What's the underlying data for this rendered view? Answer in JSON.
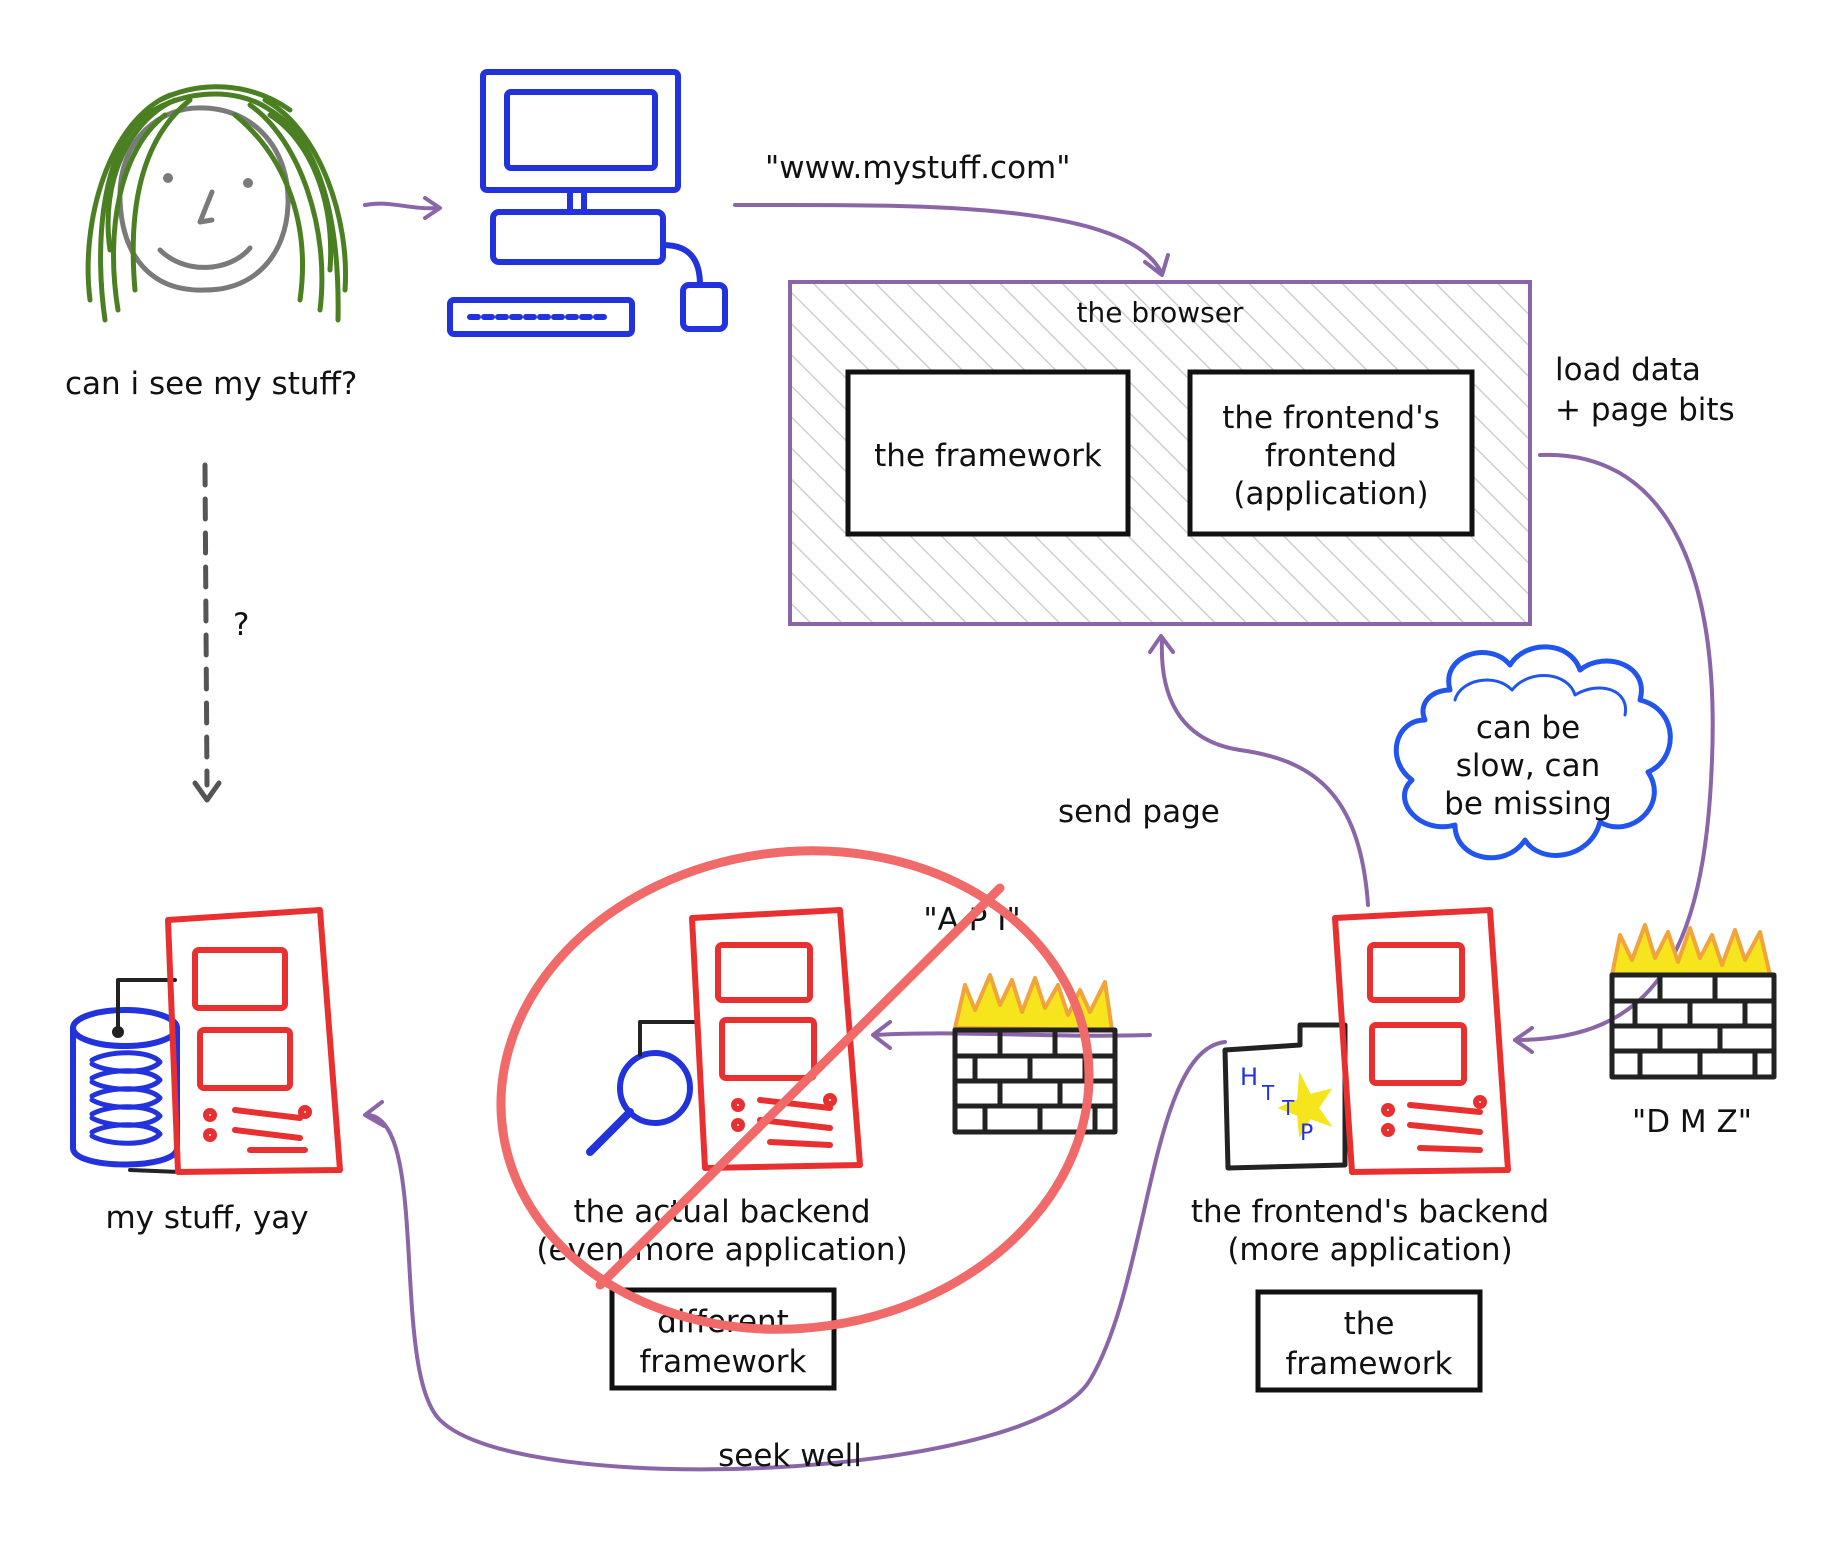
{
  "user": {
    "question": "can i see my stuff?"
  },
  "browser_request": {
    "url_label": "\"www.mystuff.com\""
  },
  "browser": {
    "title": "the browser",
    "framework_box": "the framework",
    "frontend_box_lines": [
      "the frontend's",
      "frontend",
      "(application)"
    ]
  },
  "flow_labels": {
    "question_mark": "?",
    "load_data_lines": [
      "load data",
      "+ page bits"
    ],
    "send_page": "send page",
    "api": "\"A P I\"",
    "dmz": "\"D M Z\"",
    "seek_well": "seek well"
  },
  "cloud": {
    "lines": [
      "can be",
      "slow, can",
      "be missing"
    ]
  },
  "my_stuff": {
    "label": "my stuff, yay"
  },
  "actual_backend": {
    "label_lines": [
      "the actual backend",
      "(even more application)"
    ],
    "framework_lines": [
      "different",
      "framework"
    ]
  },
  "frontends_backend": {
    "label_lines": [
      "the frontend's backend",
      "(more application)"
    ],
    "framework_lines": [
      "the",
      "framework"
    ],
    "http_badge": "HTTP"
  },
  "colors": {
    "arrow_purple": "#8a65a8",
    "server_red": "#e83030",
    "computer_blue": "#2233dd",
    "cloud_blue": "#2255ee",
    "hair_green": "#4a7f22",
    "cross_out_red": "#f06a6a",
    "dashed_grey": "#555555",
    "fire_yellow": "#f6e41c",
    "fire_orange": "#f2a33a"
  }
}
